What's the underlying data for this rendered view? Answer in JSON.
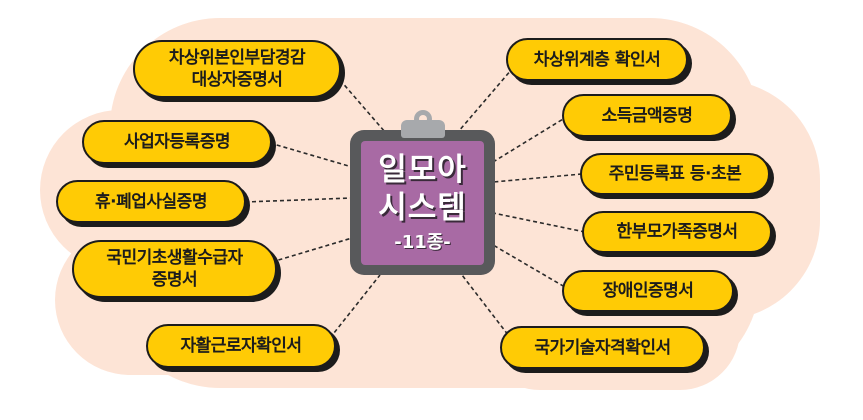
{
  "center": {
    "title_line1": "일모아",
    "title_line2": "시스템",
    "subtitle": "-11종-"
  },
  "left_items": [
    {
      "line1": "차상위본인부담경감",
      "line2": "대상자증명서"
    },
    {
      "line1": "사업자등록증명",
      "line2": ""
    },
    {
      "line1": "휴·폐업사실증명",
      "line2": ""
    },
    {
      "line1": "국민기초생활수급자",
      "line2": "증명서"
    },
    {
      "line1": "자활근로자확인서",
      "line2": ""
    }
  ],
  "right_items": [
    {
      "line1": "차상위계층 확인서"
    },
    {
      "line1": "소득금액증명"
    },
    {
      "line1": "주민등록표 등·초본"
    },
    {
      "line1": "한부모가족증명서"
    },
    {
      "line1": "장애인증명서"
    },
    {
      "line1": "국가기술자격확인서"
    }
  ],
  "colors": {
    "background_blob": "#fde4d6",
    "pill_fill": "#ffcb05",
    "clipboard_frame": "#58595b",
    "clipboard_panel": "#a86aa4"
  }
}
